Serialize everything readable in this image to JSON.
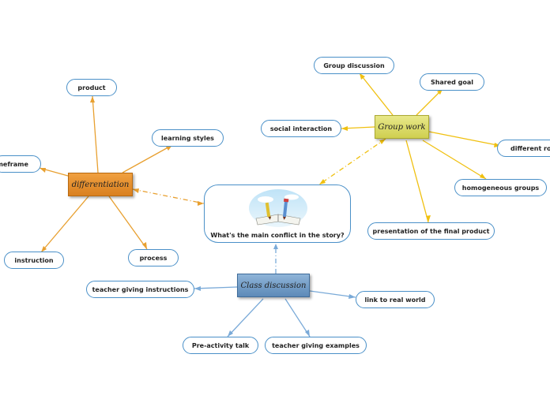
{
  "central": {
    "question": "What's the main conflict in the story?"
  },
  "hubs": {
    "differentiation": "differentiation",
    "group_work": "Group work",
    "class_discussion": "Class discussion"
  },
  "differentiation_topics": [
    "product",
    "learning styles",
    "timeframe",
    "instruction",
    "process"
  ],
  "group_work_topics": [
    "Group discussion",
    "Shared goal",
    "social interaction",
    "different roles",
    "homogeneous groups",
    "presentation of the final product"
  ],
  "class_discussion_topics": [
    "teacher giving instructions",
    "link to real world",
    "Pre-activity talk",
    "teacher giving examples"
  ],
  "colors": {
    "differentiation_branch": "#e8a030",
    "group_work_branch": "#f0c010",
    "class_discussion_branch": "#7aaad8",
    "node_border": "#4a90c8"
  }
}
